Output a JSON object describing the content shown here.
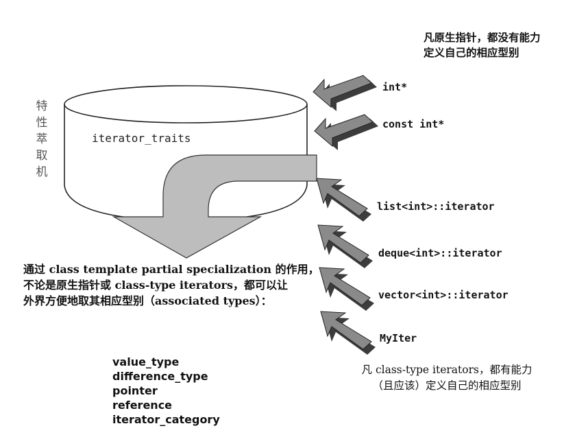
{
  "side_label": [
    "特",
    "性",
    "萃",
    "取",
    "机"
  ],
  "cylinder_label": "iterator_traits",
  "top_note": [
    "凡原生指针，都没有能力",
    "定义自己的相应型别"
  ],
  "pointer_types": [
    "int*",
    "const int*"
  ],
  "class_iterators": [
    "list<int>::iterator",
    "deque<int>::iterator",
    "vector<int>::iterator",
    "MyIter"
  ],
  "description": [
    "通过 class template partial specialization 的作用，",
    "不论是原生指针或 class-type iterators，都可以让",
    "外界方便地取其相应型别（associated types）："
  ],
  "associated_types": [
    "value_type",
    "difference_type",
    "pointer",
    "reference",
    "iterator_category"
  ],
  "bottom_note": [
    "凡 class-type iterators，都有能力",
    "（且应该）定义自己的相应型别"
  ],
  "colors": {
    "arrow_face": "#8a8a8a",
    "arrow_dark": "#3c3c3c",
    "big_arrow": "#bdbdbd",
    "outline": "#222222"
  }
}
